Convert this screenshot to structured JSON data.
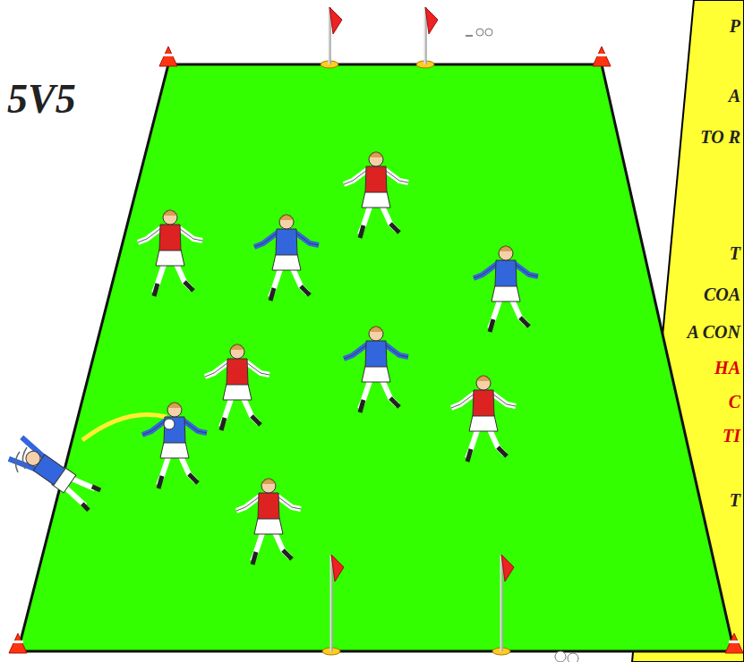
{
  "diagram": {
    "title": "5V5",
    "labels": [
      "P",
      "A",
      "TO R",
      "T",
      "COA",
      "A CON",
      "HA",
      "C",
      "TI",
      "T"
    ]
  }
}
